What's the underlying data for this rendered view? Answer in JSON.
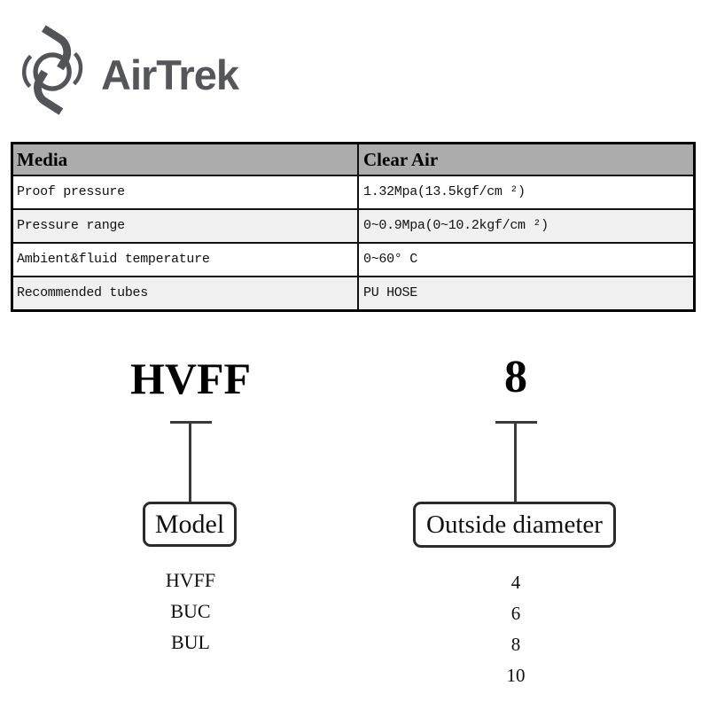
{
  "brand": {
    "name": "AirTrek",
    "color": "#55565A",
    "icon": "airtrek-swirl-icon"
  },
  "spec_table": {
    "header": {
      "col1": "Media",
      "col2": "Clear Air"
    },
    "rows": [
      {
        "label": "Proof pressure",
        "value": "1.32Mpa(13.5kgf/cm ²)"
      },
      {
        "label": "Pressure range",
        "value": "0~0.9Mpa(0~10.2kgf/cm ²)"
      },
      {
        "label": "Ambient&fluid temperature",
        "value": "0~60° C"
      },
      {
        "label": "Recommended tubes",
        "value": "PU HOSE"
      }
    ],
    "colors": {
      "header_bg": "#ACACAC",
      "alt_row_bg": "#F0F0F0",
      "border": "#111111"
    }
  },
  "ordering_diagram": {
    "code_parts": [
      {
        "code": "HVFF",
        "meaning": "Model",
        "options": [
          "HVFF",
          "BUC",
          "BUL"
        ]
      },
      {
        "code": "8",
        "meaning": "Outside diameter",
        "options": [
          "4",
          "6",
          "8",
          "10"
        ]
      }
    ]
  }
}
